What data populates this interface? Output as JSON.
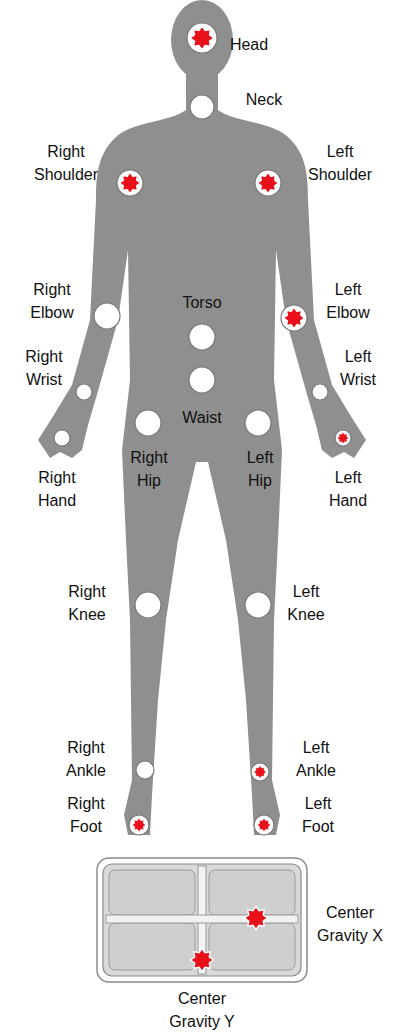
{
  "diagram": {
    "labels": [
      "Head",
      "Neck",
      "Right Shoulder",
      "Left Shoulder",
      "Right Elbow",
      "Torso",
      "Left Elbow",
      "Right Wrist",
      "Left Wrist",
      "Waist",
      "Right Hand",
      "Right Hip",
      "Left Hip",
      "Left Hand",
      "Right Knee",
      "Left Knee",
      "Right Ankle",
      "Left Ankle",
      "Right Foot",
      "Left Foot",
      "Center Gravity X",
      "Center Gravity Y"
    ]
  }
}
